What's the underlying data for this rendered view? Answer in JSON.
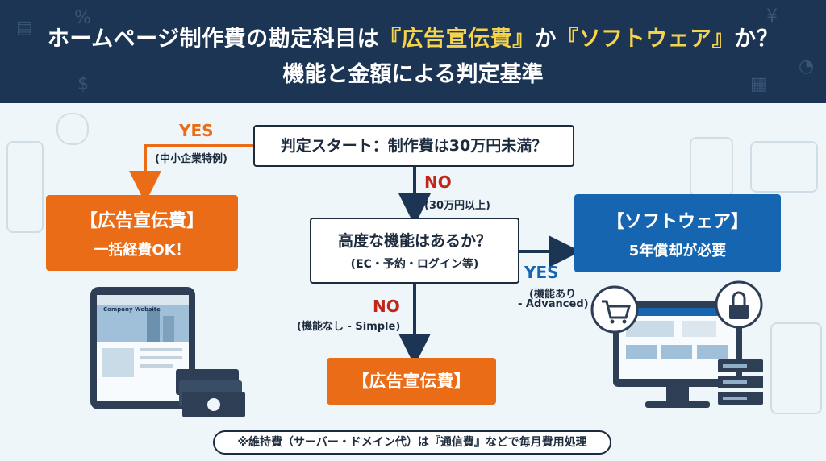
{
  "header": {
    "title_pre": "ホームページ制作費の勘定科目は",
    "title_hl1": "『広告宣伝費』",
    "title_mid": "か",
    "title_hl2": "『ソフトウェア』",
    "title_post": "か？",
    "subtitle": "機能と金額による判定基準"
  },
  "flow": {
    "start": "判定スタート：制作費は30万円未満？",
    "yes1": "YES",
    "yes1_sub": "(中小企業特例)",
    "no1": "NO",
    "no1_sub": "(30万円以上)",
    "q2_main": "高度な機能はあるか？",
    "q2_sub": "(EC・予約・ログイン等)",
    "yes2": "YES",
    "yes2_sub1": "(機能あり",
    "yes2_sub2": "- Advanced)",
    "no2": "NO",
    "no2_sub": "(機能なし - Simple)",
    "adv1_title": "【広告宣伝費】",
    "adv1_sub": "一括経費OK！",
    "adv2_title": "【広告宣伝費】",
    "sw_title": "【ソフトウェア】",
    "sw_sub": "5年償却が必要"
  },
  "illustration": {
    "tablet_header": "Company Website"
  },
  "footer": {
    "note": "※維持費（サーバー・ドメイン代）は『通信費』などで毎月費用処理"
  },
  "colors": {
    "header_bg": "#1c3554",
    "highlight": "#f6d44a",
    "orange": "#ea6c17",
    "blue": "#1565b0",
    "no_red": "#c2251a"
  }
}
